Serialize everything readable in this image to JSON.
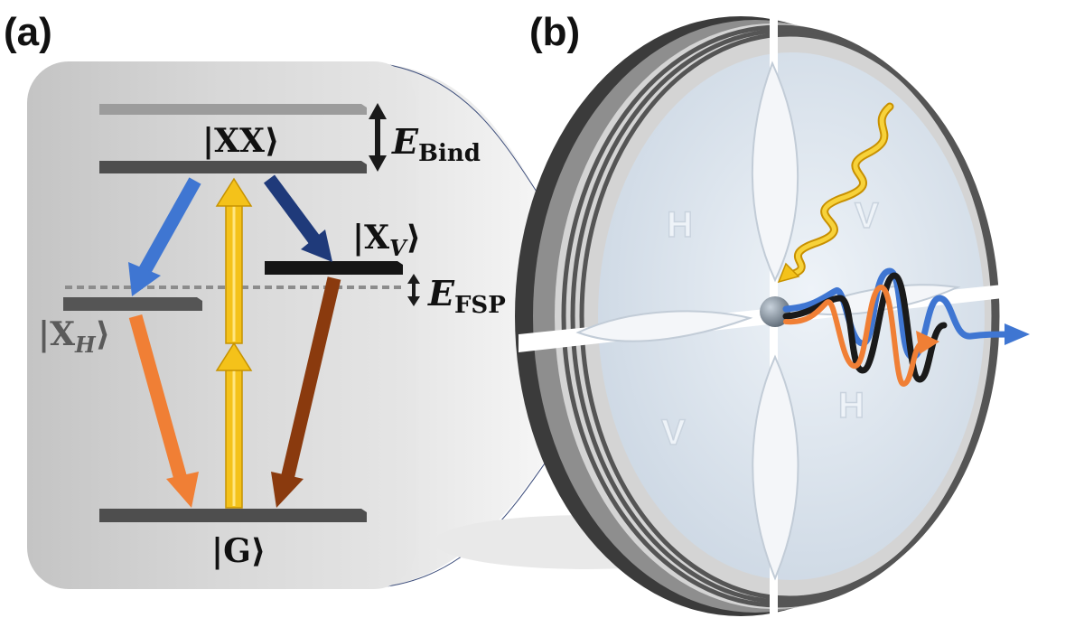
{
  "panel_a": {
    "label": "(a)",
    "states": {
      "xx": "|XX⟩",
      "xv_main": "|X",
      "xv_sub": "V",
      "xv_close": "⟩",
      "xh_main": "|X",
      "xh_sub": "H",
      "xh_close": "⟩",
      "g": "|G⟩"
    },
    "energies": {
      "bind_main": "E",
      "bind_sub": "Bind",
      "fsp_main": "E",
      "fsp_sub": "FSP"
    }
  },
  "panel_b": {
    "label": "(b)",
    "polarization_labels": [
      "H",
      "V",
      "H",
      "V"
    ]
  },
  "colors": {
    "blue_light": "#3f76d2",
    "blue_dark": "#1f3a7a",
    "orange": "#f07f35",
    "brown": "#8a3a0e",
    "yellow": "#f4c21a",
    "cavity_fill": "#dfe7f0"
  }
}
